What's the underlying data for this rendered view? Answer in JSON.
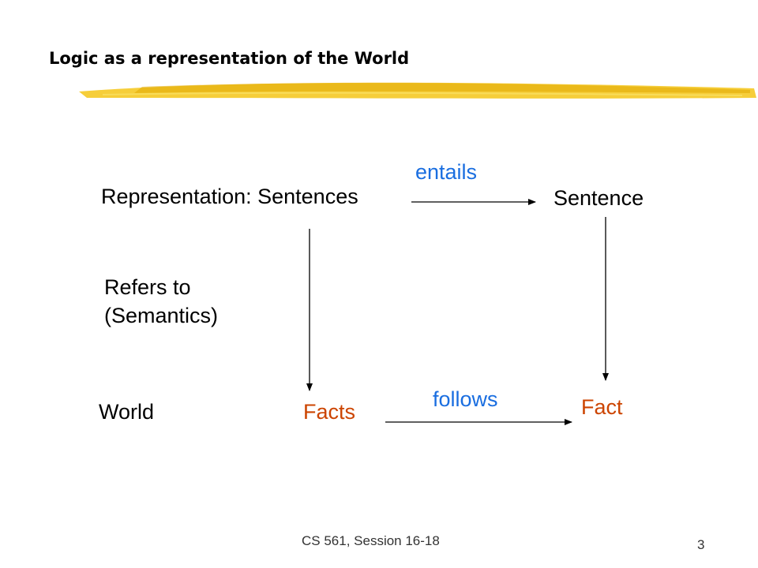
{
  "slide": {
    "title": "Logic as a representation of the World",
    "accent_color": "#f5c518",
    "labels": {
      "representation": "Representation: Sentences",
      "entails": "entails",
      "sentence": "Sentence",
      "refers_to_line1": "Refers to",
      "refers_to_line2": "(Semantics)",
      "world": "World",
      "facts": "Facts",
      "follows": "follows",
      "fact": "Fact"
    },
    "colors": {
      "relation_text": "#1a6ee0",
      "fact_text": "#cc4400"
    },
    "footer": {
      "course": "CS 561,  Session 16-18",
      "page_number": "3"
    }
  }
}
